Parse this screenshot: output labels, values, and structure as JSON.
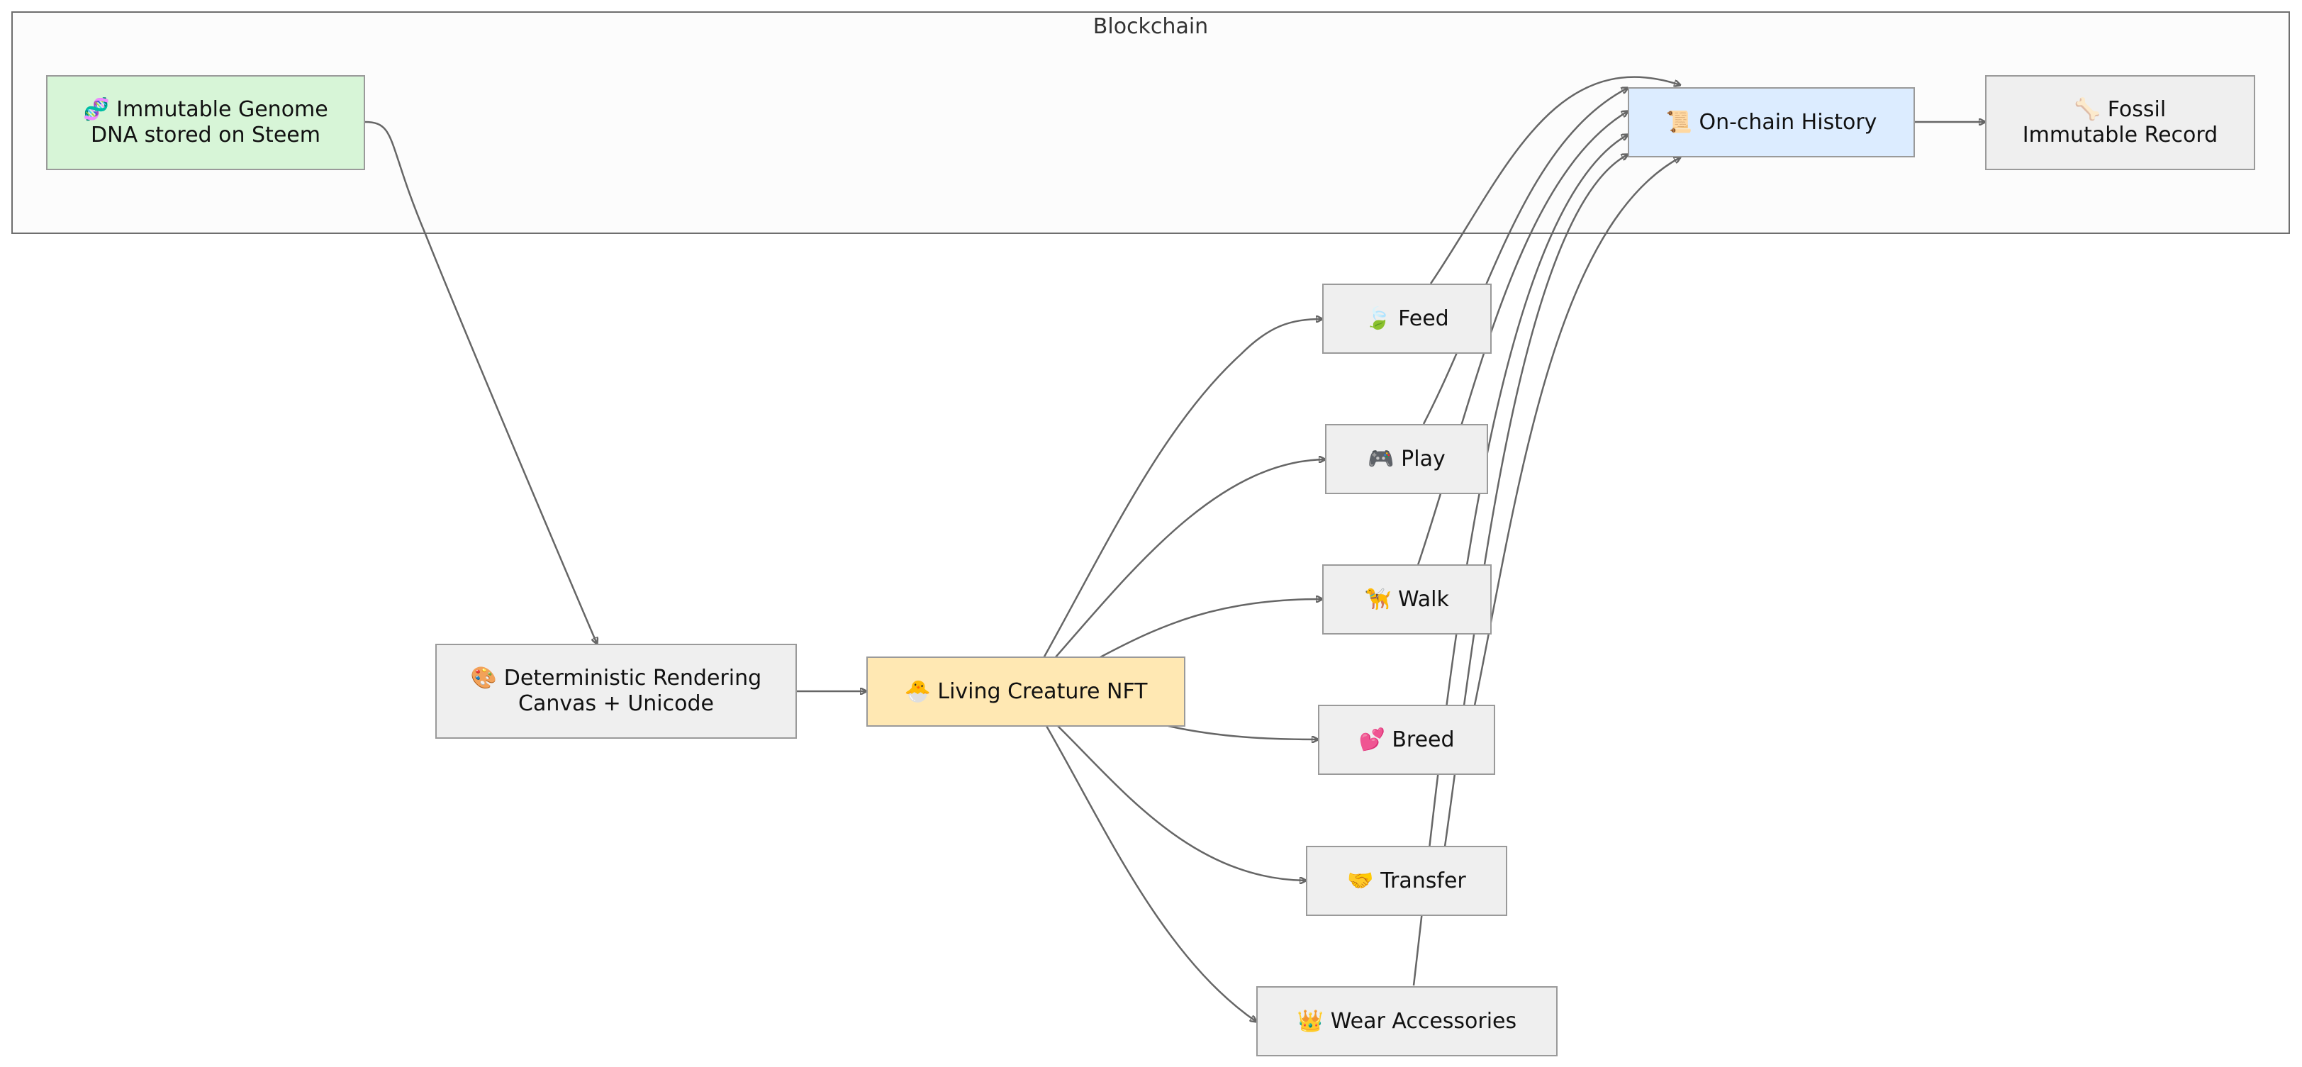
{
  "colors": {
    "edge": "#666666",
    "cluster_fill": "#fcfcfc",
    "node_default": "#efefef",
    "genome_fill": "#d7f5d7",
    "creature_fill": "#ffe8b3",
    "history_fill": "#dcecff"
  },
  "cluster": {
    "label": "Blockchain"
  },
  "nodes": {
    "genome": {
      "line1": "🧬 Immutable Genome",
      "line2": "DNA stored on Steem"
    },
    "rendering": {
      "line1": "🎨 Deterministic Rendering",
      "line2": "Canvas + Unicode"
    },
    "creature": {
      "line1": "🐣 Living Creature NFT"
    },
    "feed": {
      "line1": "🍃 Feed"
    },
    "play": {
      "line1": "🎮 Play"
    },
    "walk": {
      "line1": "🦮 Walk"
    },
    "breed": {
      "line1": "💕 Breed"
    },
    "transfer": {
      "line1": "🤝 Transfer"
    },
    "accessories": {
      "line1": "👑 Wear Accessories"
    },
    "history": {
      "line1": "📜 On-chain History"
    },
    "fossil": {
      "line1": "🦴 Fossil",
      "line2": "Immutable Record"
    }
  },
  "edges": [
    {
      "from": "genome",
      "to": "rendering"
    },
    {
      "from": "rendering",
      "to": "creature"
    },
    {
      "from": "creature",
      "to": "feed"
    },
    {
      "from": "creature",
      "to": "play"
    },
    {
      "from": "creature",
      "to": "walk"
    },
    {
      "from": "creature",
      "to": "breed"
    },
    {
      "from": "creature",
      "to": "transfer"
    },
    {
      "from": "creature",
      "to": "accessories"
    },
    {
      "from": "feed",
      "to": "history"
    },
    {
      "from": "play",
      "to": "history"
    },
    {
      "from": "walk",
      "to": "history"
    },
    {
      "from": "breed",
      "to": "history"
    },
    {
      "from": "transfer",
      "to": "history"
    },
    {
      "from": "accessories",
      "to": "history"
    },
    {
      "from": "history",
      "to": "fossil"
    }
  ]
}
